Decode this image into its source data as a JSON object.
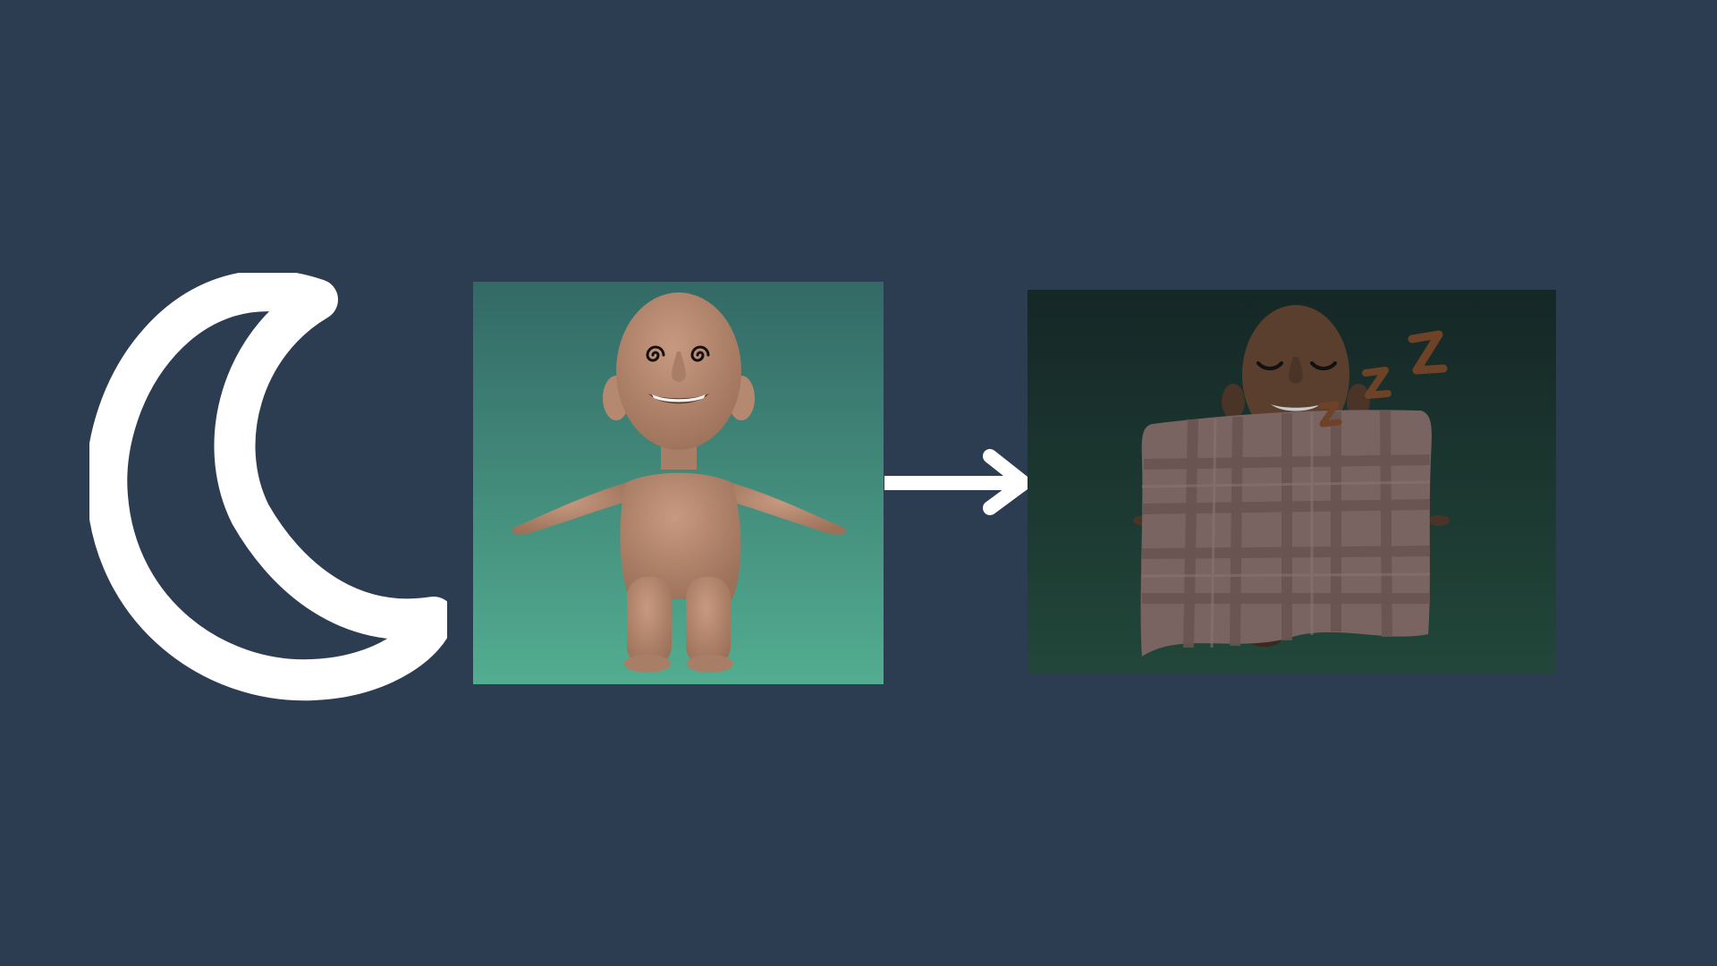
{
  "diagram": {
    "nodes": [
      {
        "id": "night-moon",
        "icon": "crescent-moon-icon",
        "color": "#ffffff"
      },
      {
        "id": "character-awake",
        "icon": "dizzy-character-t-pose",
        "background": [
          "#336966",
          "#52ad90"
        ]
      },
      {
        "id": "character-asleep",
        "icon": "sleeping-character-under-blanket",
        "background": [
          "#152726",
          "#22473a"
        ],
        "decoration": "zzz-icon"
      }
    ],
    "edges": [
      {
        "from": "character-awake",
        "to": "character-asleep",
        "icon": "right-arrow-icon",
        "color": "#ffffff"
      }
    ]
  },
  "colors": {
    "background": "#2d3d51",
    "skin": "#b58a70",
    "blanket": "#7a6461",
    "zzz": "#6e4226"
  }
}
